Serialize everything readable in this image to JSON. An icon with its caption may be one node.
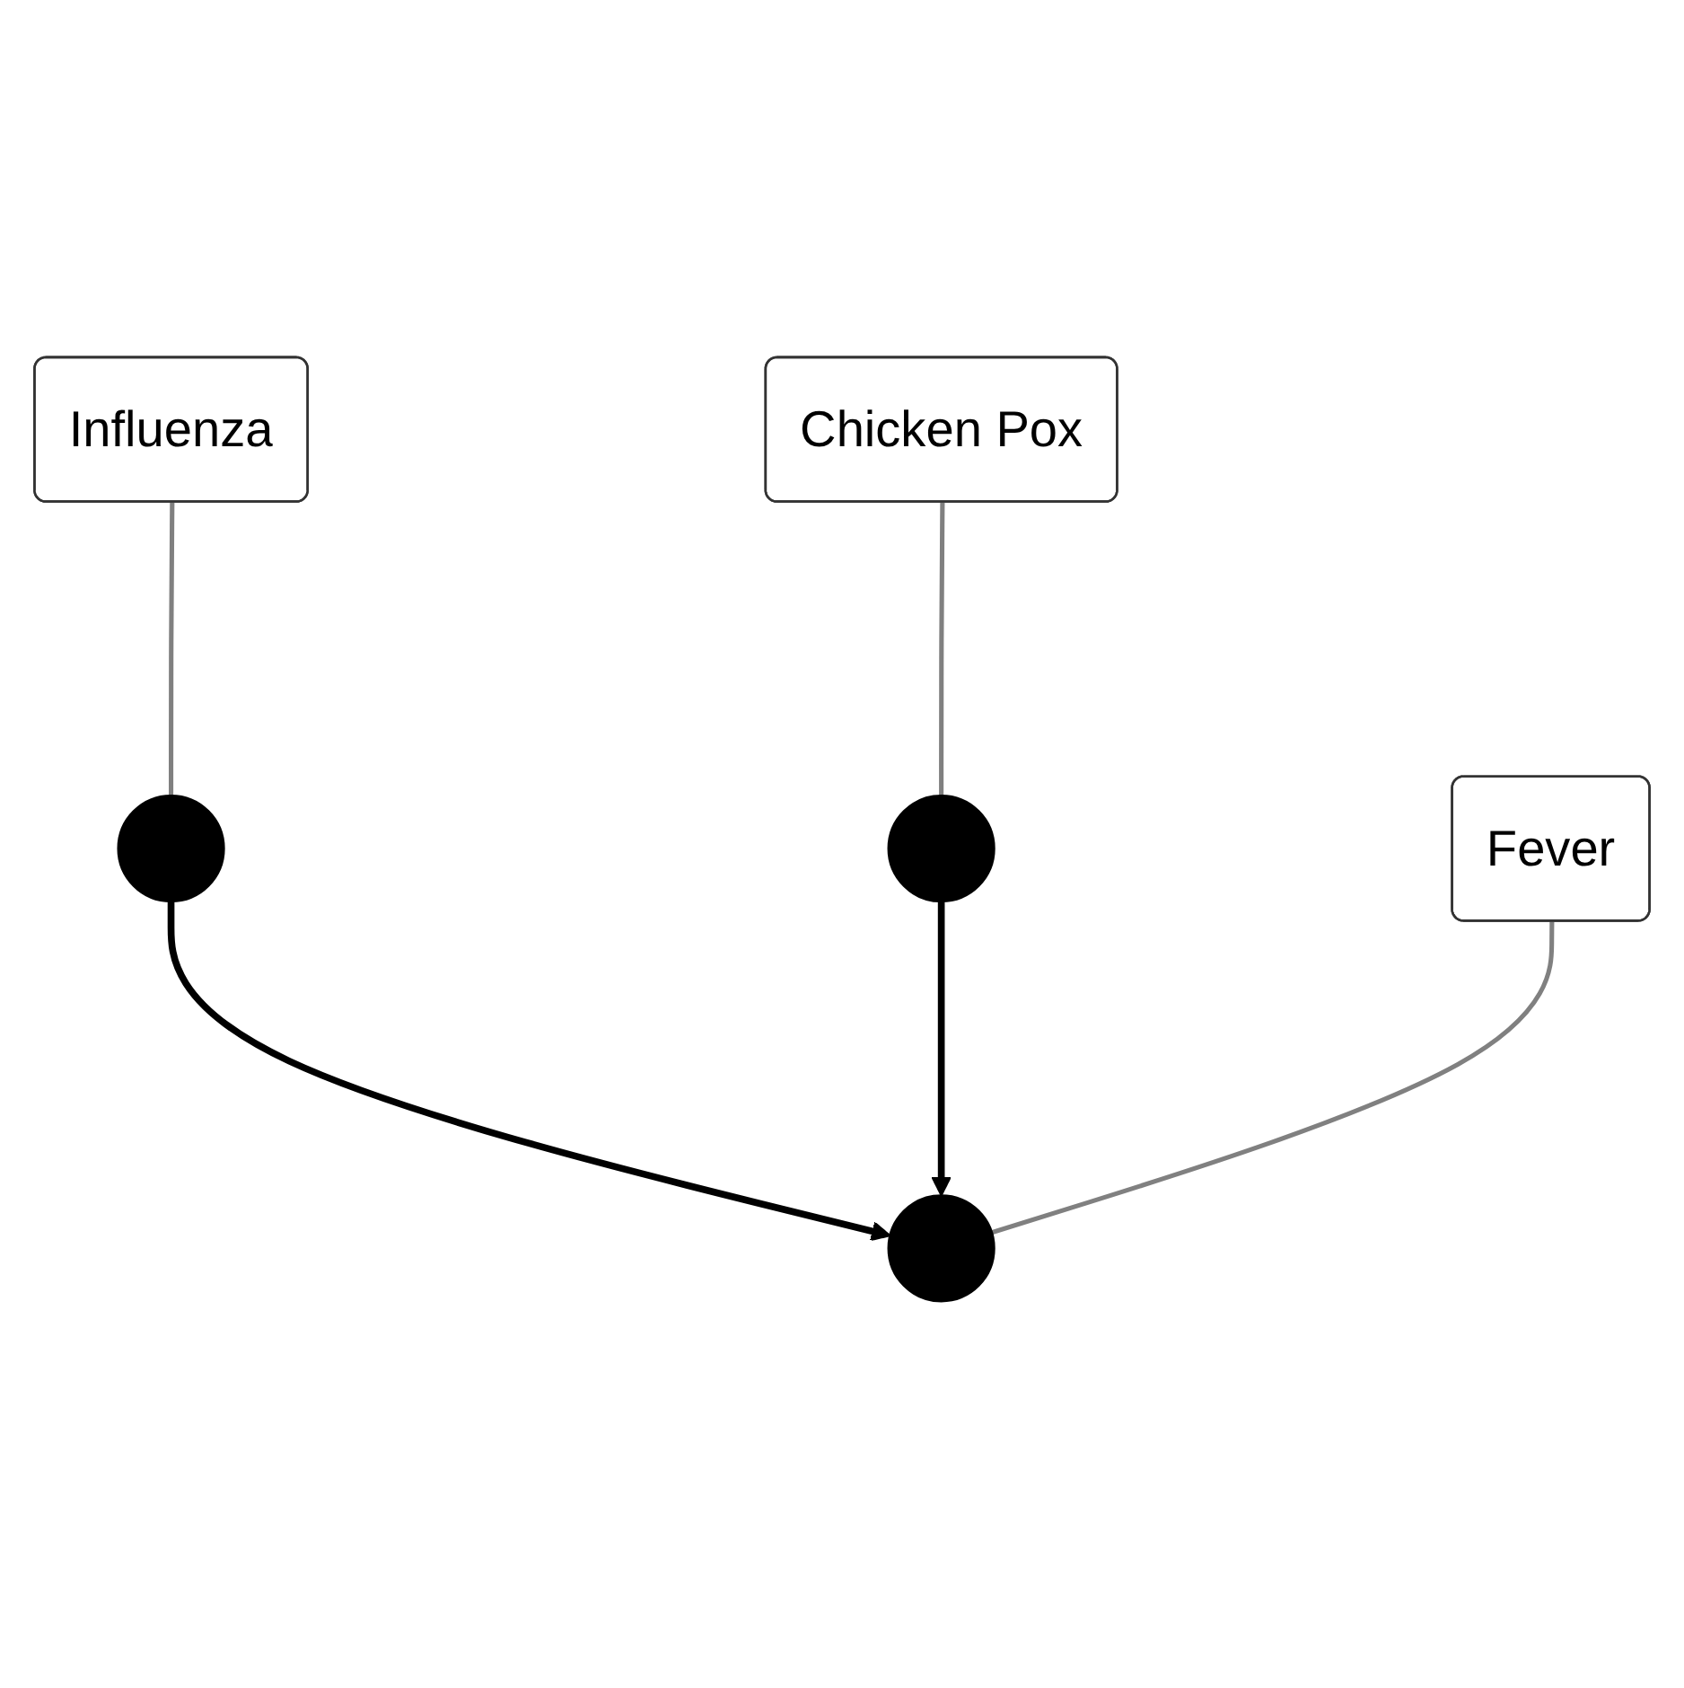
{
  "diagram": {
    "nodes": [
      {
        "text": [
          "Influenza"
        ]
      },
      {
        "text": [],
        "shape": "circle"
      },
      {
        "text": [
          "Chicken Pox"
        ]
      },
      {
        "text": [],
        "shape": "circle"
      },
      {
        "text": [
          "Fever"
        ]
      },
      {
        "text": [],
        "shape": "circle"
      }
    ],
    "edges": [
      {
        "from": 0,
        "to": 1,
        "arrow": "none"
      },
      {
        "from": 2,
        "to": 3,
        "arrow": "none"
      },
      {
        "from": 1,
        "to": 5,
        "arrow": "to",
        "color": "#000000"
      },
      {
        "from": 3,
        "to": 5,
        "arrow": "to",
        "color": "#000000"
      },
      {
        "from": 4,
        "to": 5,
        "arrow": "none"
      }
    ]
  }
}
